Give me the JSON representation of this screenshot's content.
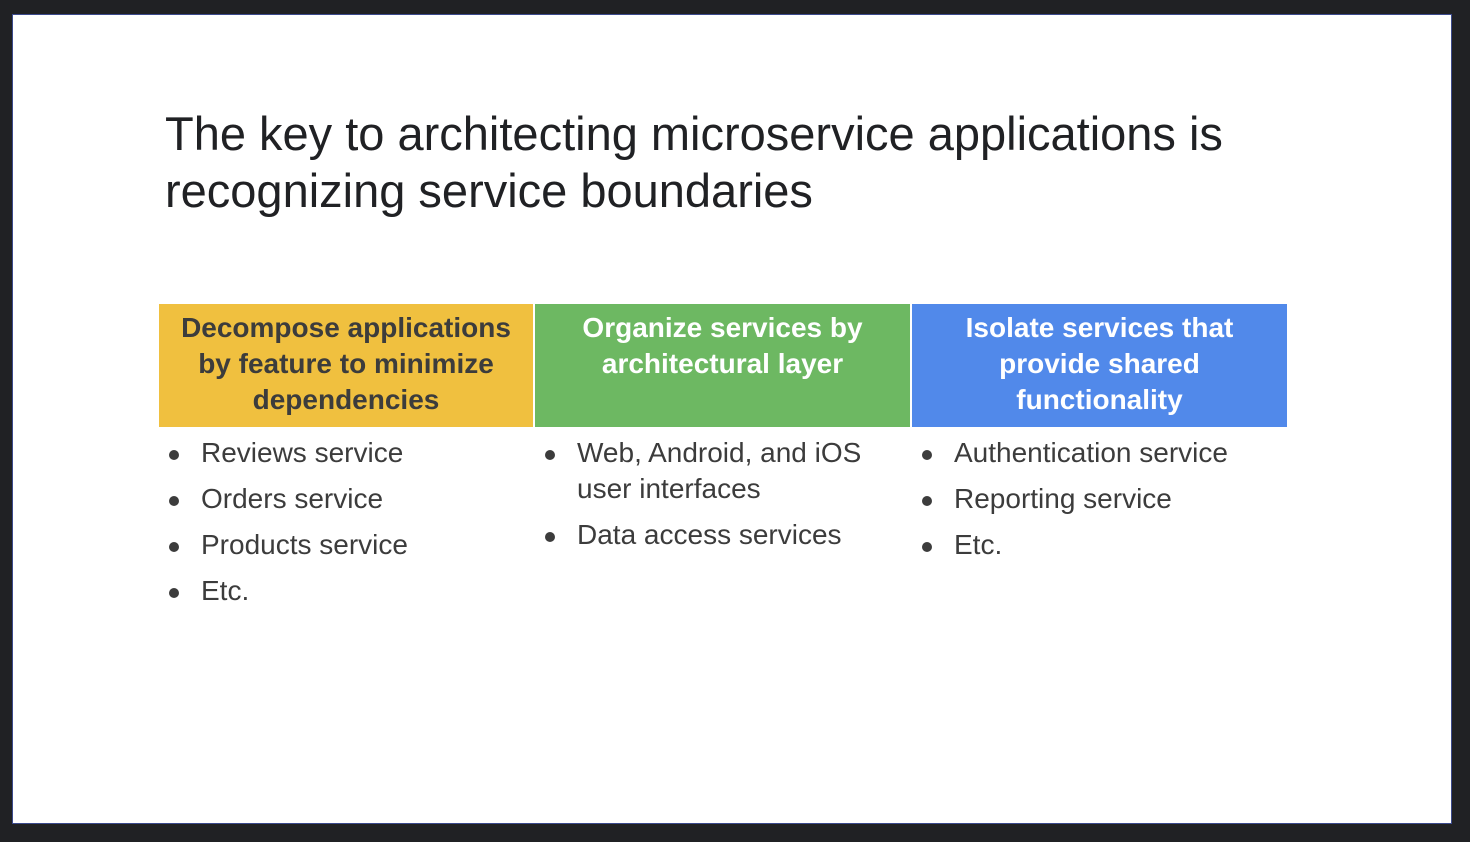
{
  "slide": {
    "title": "The key to architecting microservice applications is recognizing service boundaries",
    "columns": [
      {
        "header": "Decompose applications by feature to minimize dependencies",
        "color": "#f0c03f",
        "items": [
          "Reviews service",
          "Orders service",
          "Products service",
          "Etc."
        ]
      },
      {
        "header": "Organize services by architectural layer",
        "color": "#6db862",
        "items": [
          "Web, Android, and iOS user interfaces",
          "Data access services"
        ]
      },
      {
        "header": "Isolate services that provide shared functionality",
        "color": "#5189ea",
        "items": [
          "Authentication service",
          "Reporting service",
          "Etc."
        ]
      }
    ]
  }
}
